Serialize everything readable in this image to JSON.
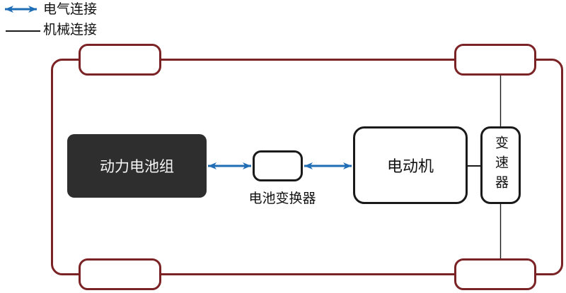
{
  "colors": {
    "maroon": "#7a2224",
    "blue": "#1f6db5",
    "dark_box": "#2e2e2e",
    "line": "#1a1a1a",
    "text": "#111111",
    "white": "#ffffff"
  },
  "legend": {
    "electrical": {
      "label": "电气连接",
      "symbol": "blue-double-arrow"
    },
    "mechanical": {
      "label": "机械连接",
      "symbol": "black-line"
    }
  },
  "diagram": {
    "battery": {
      "label": "动力电池组"
    },
    "converter": {
      "label": "电池变换器"
    },
    "motor": {
      "label": "电动机"
    },
    "transmission": {
      "label": "变速器"
    },
    "wheels": [
      "top-left",
      "top-right",
      "bottom-left",
      "bottom-right"
    ],
    "connections": [
      {
        "from": "battery",
        "to": "converter",
        "type": "electrical"
      },
      {
        "from": "converter",
        "to": "motor",
        "type": "electrical"
      },
      {
        "from": "motor",
        "to": "transmission",
        "type": "mechanical"
      },
      {
        "from": "transmission",
        "to": "top-right-wheel",
        "type": "mechanical"
      },
      {
        "from": "transmission",
        "to": "bottom-right-wheel",
        "type": "mechanical"
      }
    ]
  }
}
